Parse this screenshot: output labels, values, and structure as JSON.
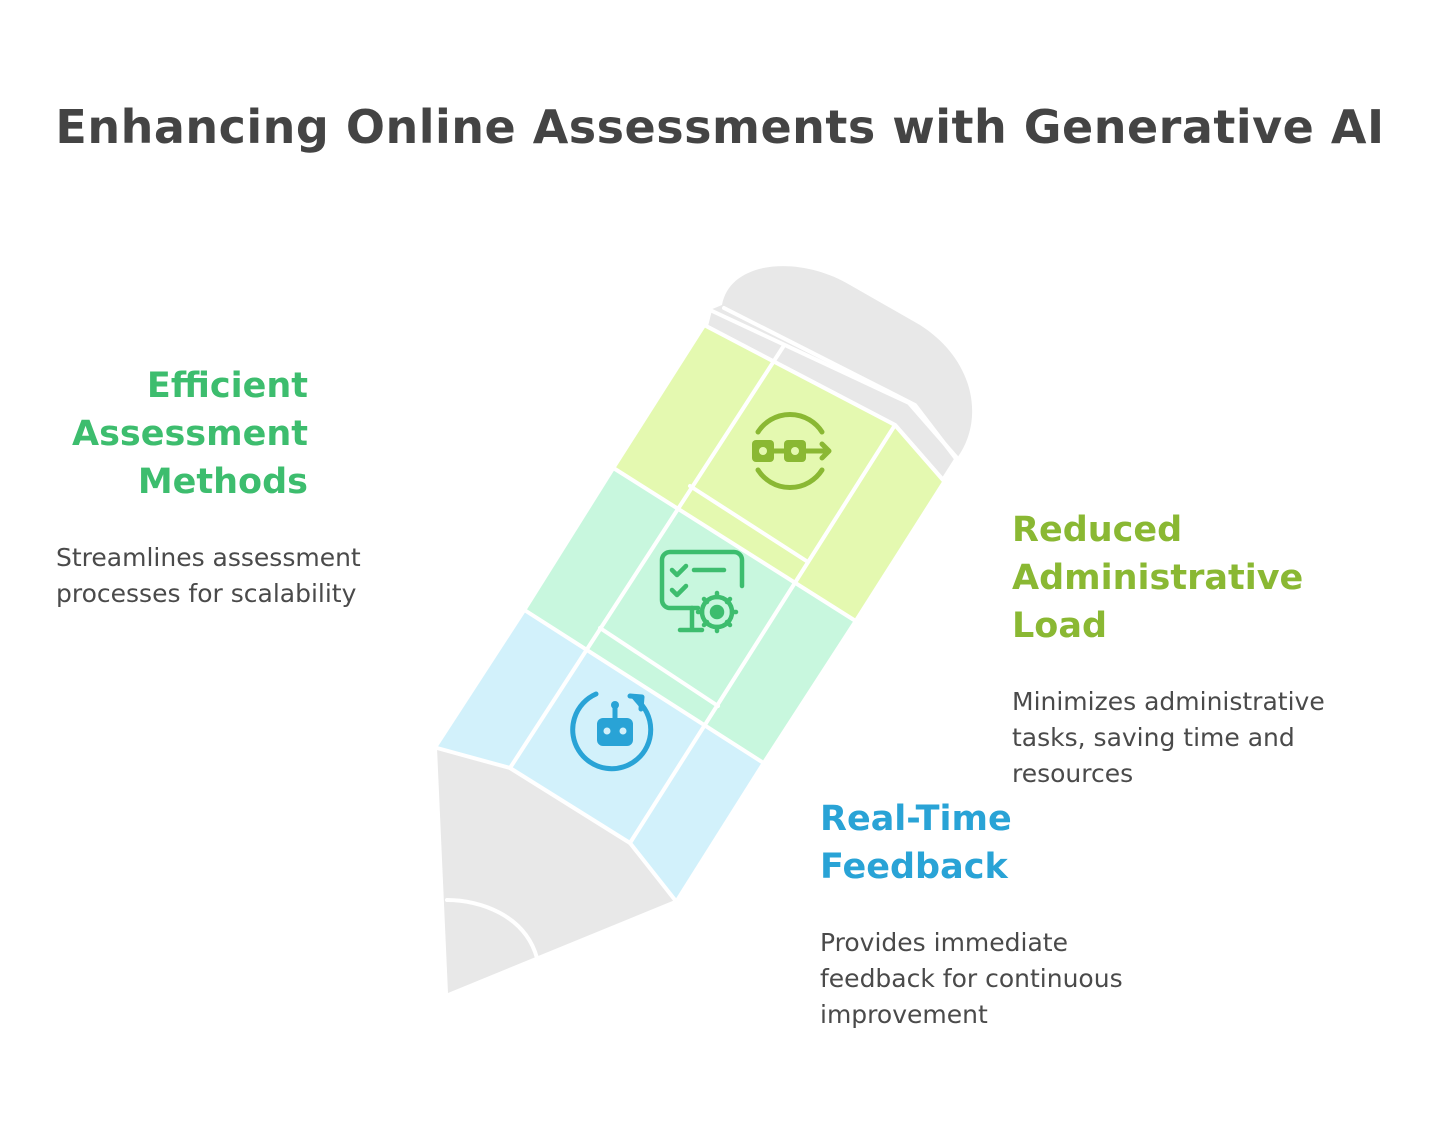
{
  "title": "Enhancing Online Assessments with Generative AI",
  "colors": {
    "green_text": "#3dbd6e",
    "lime_text": "#8ab833",
    "blue_text": "#29a3d6",
    "lime_fill": "#e4f9b0",
    "mint_fill": "#c8f7de",
    "sky_fill": "#d2f1fb",
    "gray_fill": "#e8e8e8"
  },
  "sections": {
    "efficient": {
      "heading": "Efficient Assessment Methods",
      "description": "Streamlines assessment processes for scalability",
      "icon": "workflow-arrow-icon"
    },
    "reduced": {
      "heading": "Reduced Administrative Load",
      "description": "Minimizes administrative tasks, saving time and resources",
      "icon": "monitor-checklist-gear-icon"
    },
    "realtime": {
      "heading": "Real-Time Feedback",
      "description": "Provides immediate feedback for continuous improvement",
      "icon": "robot-refresh-icon"
    }
  }
}
